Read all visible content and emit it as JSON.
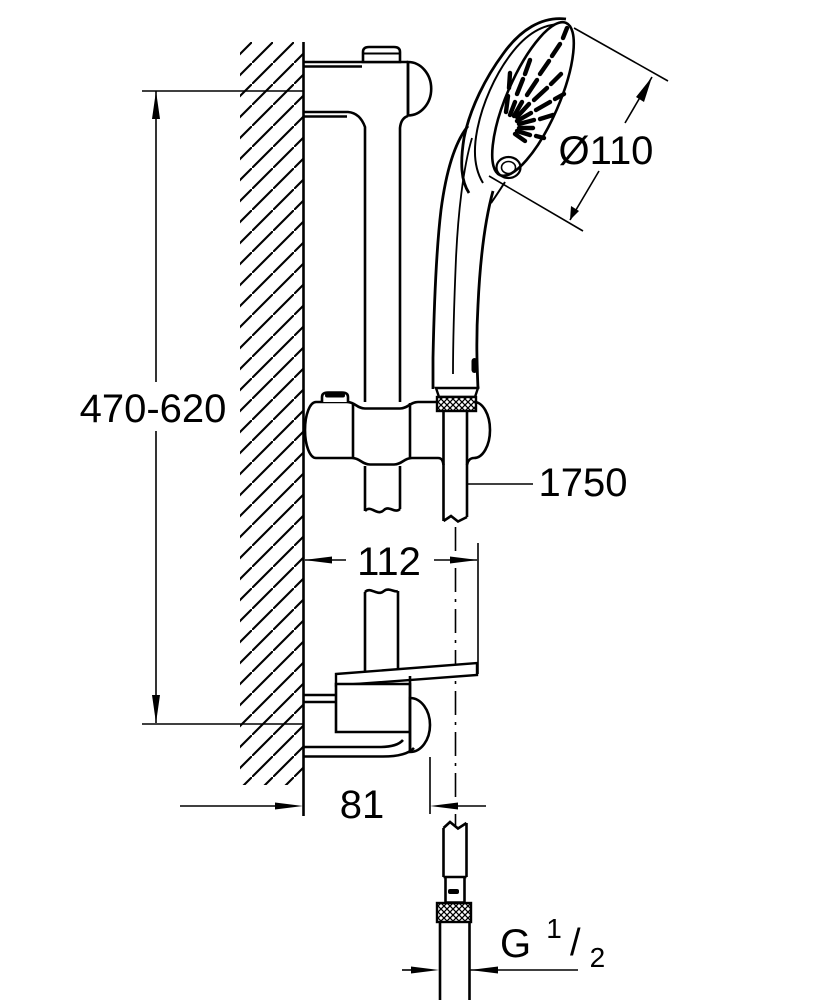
{
  "drawing": {
    "type": "technical-dimension-diagram",
    "subject": "shower rail set with hand shower, wall-mounted",
    "colors": {
      "line": "#000000",
      "background": "#ffffff"
    },
    "dimensions": {
      "height_range": "470-620",
      "head_diameter": "Ø110",
      "hose_length": "1750",
      "wall_to_tray_edge": "112",
      "wall_to_bracket": "81",
      "thread": {
        "g": "G",
        "numerator": "1",
        "slash": "/",
        "denominator": "2"
      }
    }
  }
}
